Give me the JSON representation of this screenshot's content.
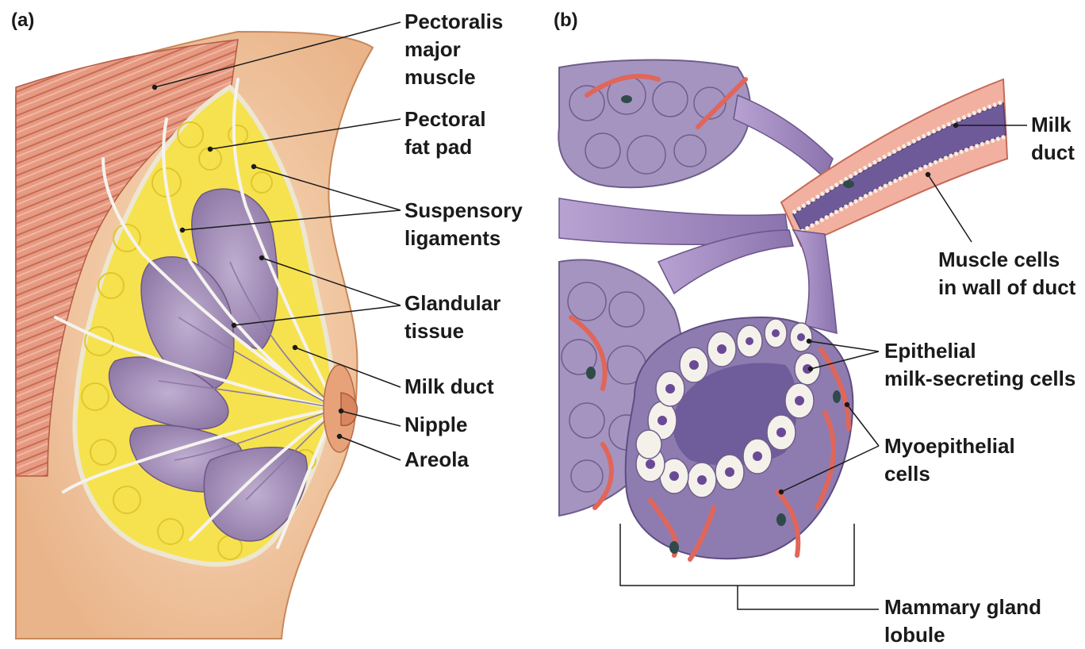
{
  "panels": {
    "a": {
      "tag": "(a)",
      "labels": {
        "pectoralis": "Pectoralis\nmajor\nmuscle",
        "fat_pad": "Pectoral\nfat pad",
        "suspensory": "Suspensory\nligaments",
        "glandular": "Glandular\ntissue",
        "milk_duct": "Milk duct",
        "nipple": "Nipple",
        "areola": "Areola"
      }
    },
    "b": {
      "tag": "(b)",
      "labels": {
        "milk_duct": "Milk\nduct",
        "muscle_cells": "Muscle cells\nin wall of duct",
        "epithelial": "Epithelial\nmilk-secreting cells",
        "myoepithelial": "Myoepithelial\ncells",
        "lobule": "Mammary gland\nlobule"
      }
    }
  },
  "colors": {
    "skin": "#f3c79a",
    "skin_edge": "#c9875a",
    "muscle": "#d9826a",
    "fat": "#f4e04a",
    "gland": "#a991b5",
    "gland_dark": "#7e6a92",
    "duct": "#9c86b8",
    "vessel": "#e0665a",
    "cell": "#f4f1ea",
    "nucleus": "#6a4a96",
    "leader": "#1a1a1a"
  }
}
